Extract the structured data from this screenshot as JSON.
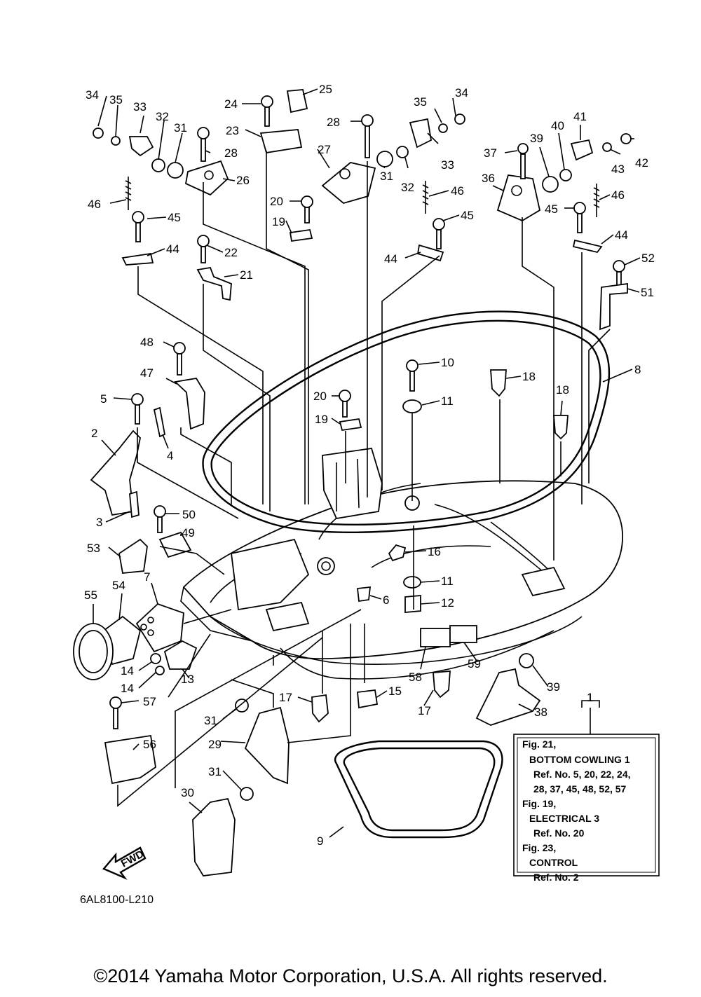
{
  "diagram_code": "6AL8100-L210",
  "copyright": "©2014 Yamaha Motor Corporation, U.S.A. All rights reserved.",
  "fwd_label": "FWD",
  "note_lines": [
    "Fig. 21,",
    "BOTTOM COWLING 1",
    "Ref. No. 5, 20, 22, 24,",
    "28, 37, 45, 48, 52, 57",
    "Fig. 19,",
    "ELECTRICAL 3",
    "Ref. No. 20",
    "Fig. 23,",
    "CONTROL",
    "Ref. No. 2"
  ],
  "callouts": [
    "34",
    "35",
    "33",
    "32",
    "31",
    "28",
    "26",
    "46",
    "45",
    "44",
    "22",
    "21",
    "24",
    "25",
    "23",
    "27",
    "20",
    "19",
    "28",
    "31",
    "32",
    "35",
    "34",
    "33",
    "46",
    "45",
    "44",
    "37",
    "39",
    "40",
    "41",
    "42",
    "43",
    "36",
    "45",
    "46",
    "44",
    "52",
    "51",
    "8",
    "48",
    "47",
    "5",
    "4",
    "2",
    "3",
    "50",
    "49",
    "53",
    "10",
    "11",
    "18",
    "18",
    "20",
    "19",
    "16",
    "11",
    "6",
    "12",
    "7",
    "54",
    "55",
    "14",
    "14",
    "13",
    "57",
    "56",
    "31",
    "29",
    "17",
    "15",
    "17",
    "58",
    "59",
    "39",
    "38",
    "1",
    "31",
    "30",
    "9"
  ]
}
